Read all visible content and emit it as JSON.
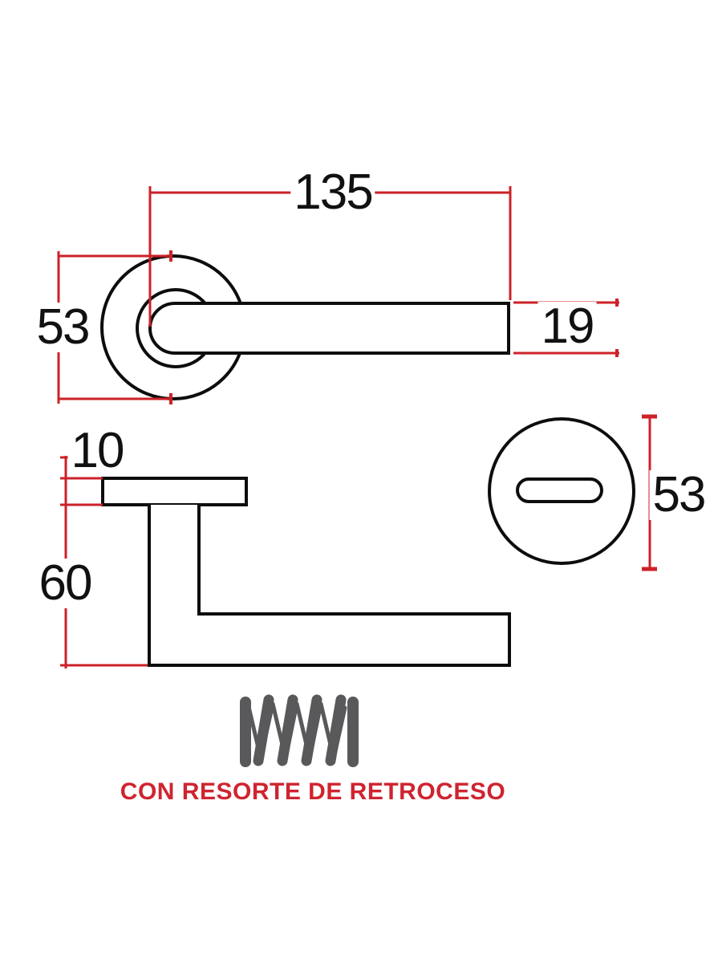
{
  "drawing": {
    "type": "technical-dimension-drawing",
    "subject": "lever door handle with rosette and turn escutcheon",
    "views": {
      "front_view": "lever handle on round rose, front elevation",
      "side_view": "lever handle profile, side elevation",
      "escutcheon_view": "round WC turn escutcheon with slot"
    }
  },
  "dims": {
    "handle_length": "135",
    "rose_diameter": "53",
    "lever_section": "19",
    "rose_thickness": "10",
    "projection": "60",
    "escutcheon_diameter": "53"
  },
  "caption": {
    "text": "CON RESORTE DE RETROCESO"
  },
  "icons": {
    "spring": "spring-icon"
  },
  "colors": {
    "outline_black": "#0d0d0d",
    "dimension_red": "#cc2128",
    "spring_gray": "#59595b",
    "caption_red": "#cf2430",
    "background": "#ffffff"
  }
}
